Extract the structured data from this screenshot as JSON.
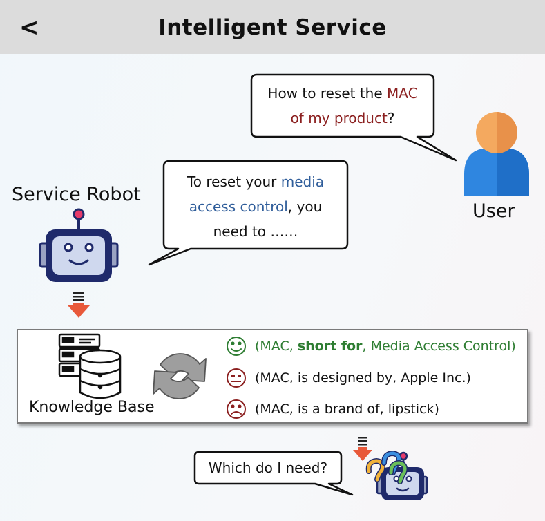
{
  "header": {
    "back_label": "<",
    "title": "Intelligent Service"
  },
  "user": {
    "label": "User",
    "question_part1": "How to reset the ",
    "question_term": "MAC",
    "question_part2": "of my ",
    "question_term2": "product",
    "question_end": "?"
  },
  "robot": {
    "label": "Service Robot",
    "answer_line1_prefix": "To reset your ",
    "answer_line1_term": "media",
    "answer_line2_term": "access control",
    "answer_line2_suffix": ", you",
    "answer_line3": "need to ……"
  },
  "knowledge_base": {
    "label": "Knowledge Base",
    "triples": [
      {
        "mood": "happy",
        "prefix": "(MAC, ",
        "relation": "short for",
        "suffix": ", Media Access Control)",
        "color": "#2e7d32"
      },
      {
        "mood": "neutral",
        "text": "(MAC, is designed by, Apple Inc.)",
        "color": "#8b1f1f"
      },
      {
        "mood": "sad",
        "text": "(MAC, is a brand of, lipstick)",
        "color": "#8b1f1f"
      }
    ]
  },
  "confused": {
    "question": "Which do I need?"
  },
  "colors": {
    "header_bg": "#dcdcdc",
    "robot_navy": "#1f2a6b",
    "robot_face": "#cfd8ee",
    "arrow": "#e8593a",
    "user_head": "#f4a95f",
    "user_body": "#3a8ee6"
  }
}
